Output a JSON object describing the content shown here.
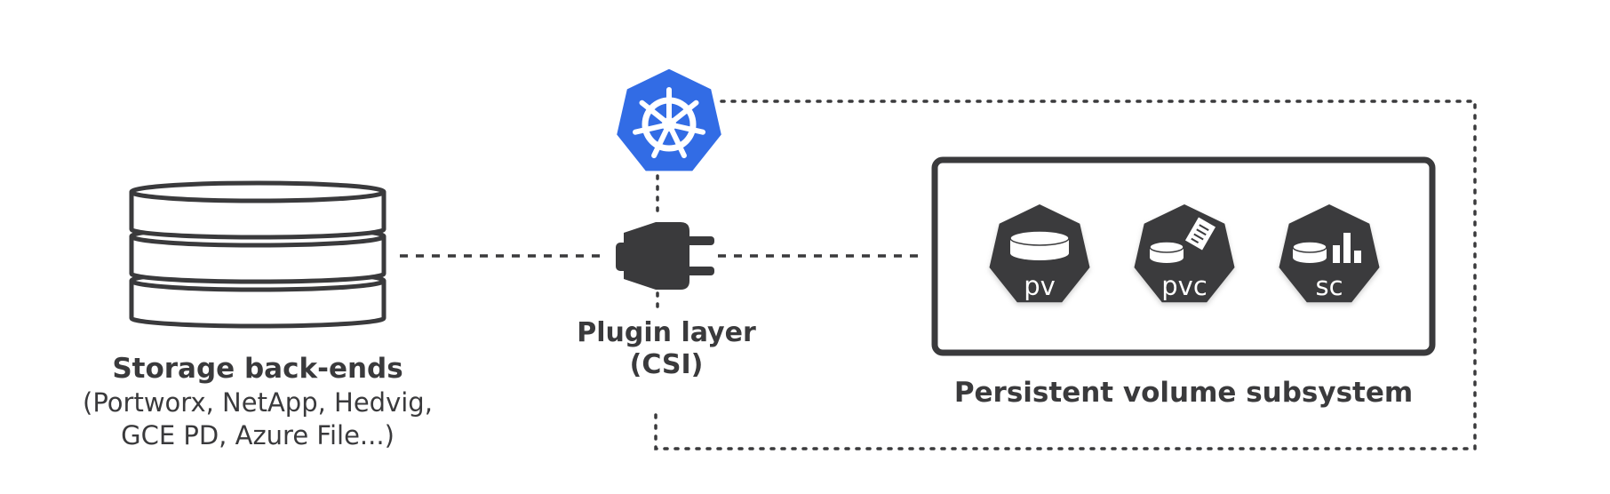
{
  "storage": {
    "title": "Storage back-ends",
    "detail_line1": "(Portworx, NetApp, Hedvig,",
    "detail_line2": "GCE PD, Azure File...)",
    "icon": "database-stack-icon"
  },
  "plugin": {
    "title_line1": "Plugin layer",
    "title_line2": "(CSI)",
    "icon": "plug-icon"
  },
  "kubernetes": {
    "icon": "kubernetes-helm-icon",
    "color": "#326CE5"
  },
  "subsystem": {
    "title": "Persistent volume subsystem",
    "items": [
      {
        "label": "pv",
        "icon": "disk-icon"
      },
      {
        "label": "pvc",
        "icon": "disk-claim-icon"
      },
      {
        "label": "sc",
        "icon": "disk-class-icon"
      }
    ]
  },
  "colors": {
    "dark": "#3a3a3c",
    "k8s_blue": "#326CE5"
  }
}
